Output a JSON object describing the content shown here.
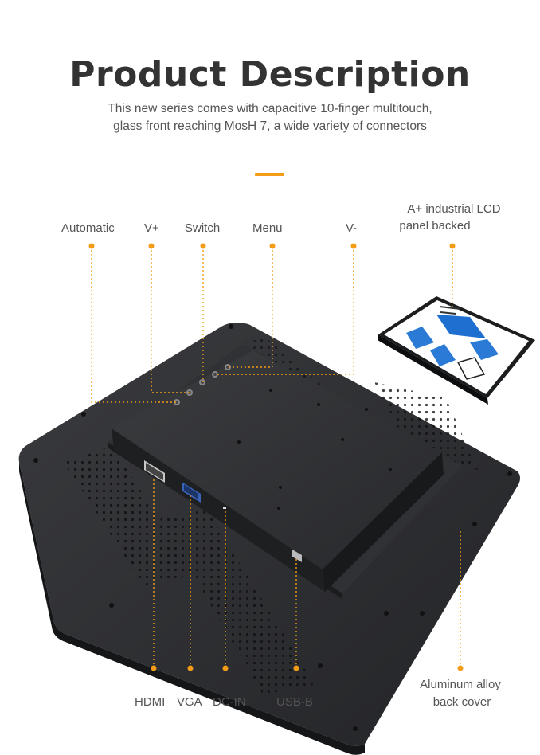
{
  "header": {
    "title": "Product Description",
    "subtitle_line1": "This new series comes with capacitive 10-finger multitouch,",
    "subtitle_line2": "glass front reaching MosH 7, a wide variety of connectors"
  },
  "callouts_top": {
    "automatic": "Automatic",
    "v_plus": "V+",
    "switch": "Switch",
    "menu": "Menu",
    "v_minus": "V-",
    "lcd_line1": "A+ industrial LCD",
    "lcd_line2": "panel backed"
  },
  "callouts_bottom": {
    "hdmi": "HDMI",
    "vga": "VGA",
    "dc_in": "DC-IN",
    "usb_b": "USB-B",
    "cover_line1": "Aluminum alloy",
    "cover_line2": "back cover"
  },
  "colors": {
    "accent": "#f39c18",
    "title": "#333333",
    "text": "#555555",
    "panel": "#2b2c2e"
  }
}
